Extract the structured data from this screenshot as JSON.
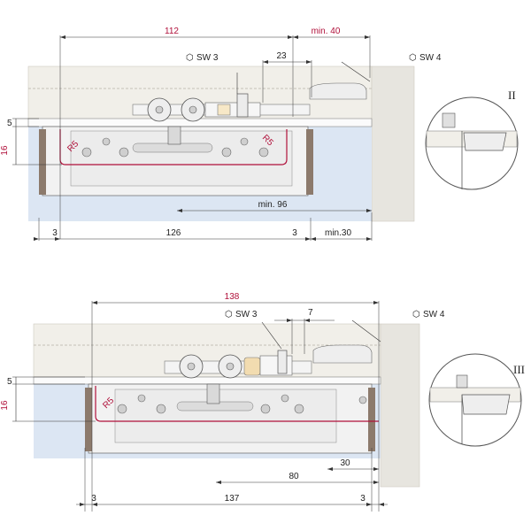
{
  "top": {
    "dim_overall": "112",
    "dim_min_right": "min. 40",
    "sw3": "SW 3",
    "sw4": "SW 4",
    "dim_23": "23",
    "dim_5": "5",
    "dim_16": "16",
    "radius_left": "R5",
    "radius_right": "R5",
    "dim_min96": "min. 96",
    "dim_3_left": "3",
    "dim_126": "126",
    "dim_3_right": "3",
    "dim_min30": "min.30",
    "detail_label": "II"
  },
  "bottom": {
    "dim_overall": "138",
    "sw3": "SW 3",
    "sw4": "SW 4",
    "dim_7": "7",
    "dim_5": "5",
    "dim_16": "16",
    "radius": "R5",
    "dim_30": "30",
    "dim_80": "80",
    "dim_3_left": "3",
    "dim_137": "137",
    "dim_3_right": "3",
    "detail_label": "III"
  },
  "colors": {
    "accent_red": "#b0103a",
    "glass": "#dce6f3",
    "ceiling": "#f1efe9",
    "wall": "#e7e5df",
    "part": "#f2f2f2",
    "seal": "#8c7a6c"
  }
}
